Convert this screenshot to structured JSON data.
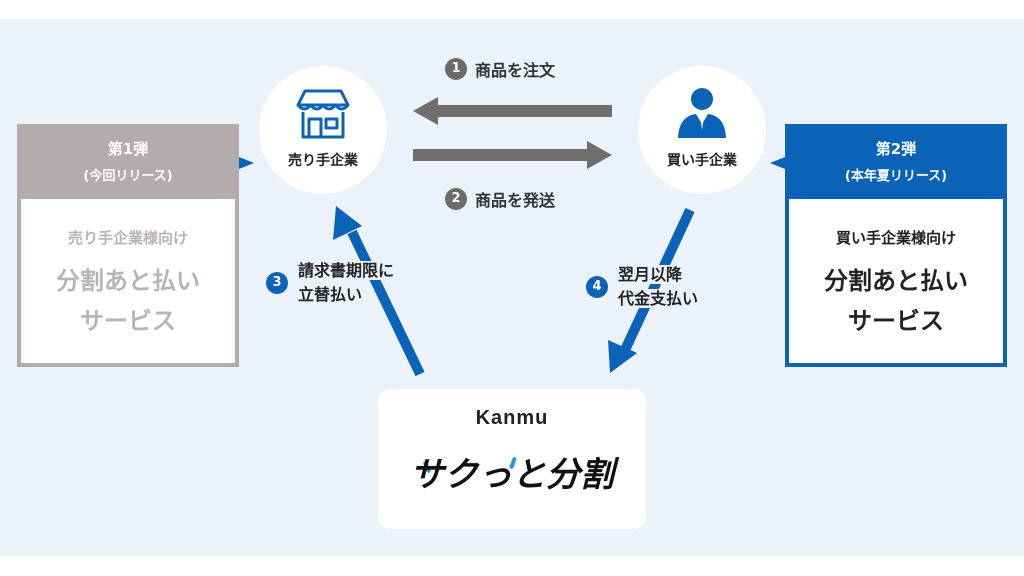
{
  "colors": {
    "background_panel": "#ebf2fa",
    "accent_blue": "#0b63b8",
    "gray_release": "#b2adac",
    "gray_arrow": "#6e6e6e",
    "text_dark": "#222222",
    "text_muted": "#b8b4b2"
  },
  "release1": {
    "title": "第1弾",
    "subtitle": "(今回リリース)",
    "target": "売り手企業様向け",
    "service_line1": "分割あと払い",
    "service_line2": "サービス",
    "status": "inactive"
  },
  "release2": {
    "title": "第2弾",
    "subtitle": "(本年夏リリース)",
    "target": "買い手企業様向け",
    "service_line1": "分割あと払い",
    "service_line2": "サービス",
    "status": "active"
  },
  "nodes": {
    "seller": {
      "label": "売り手企業",
      "icon": "store-icon"
    },
    "buyer": {
      "label": "買い手企業",
      "icon": "person-icon"
    }
  },
  "steps": [
    {
      "number": "1",
      "text": "商品を注文"
    },
    {
      "number": "2",
      "text": "商品を発送"
    },
    {
      "number": "3",
      "line1": "請求書期限に",
      "line2": "立替払い"
    },
    {
      "number": "4",
      "line1": "翌月以降",
      "line2": "代金支払い"
    }
  ],
  "kanmu": {
    "brand": "Kanmu",
    "product": "サクっと分割"
  }
}
